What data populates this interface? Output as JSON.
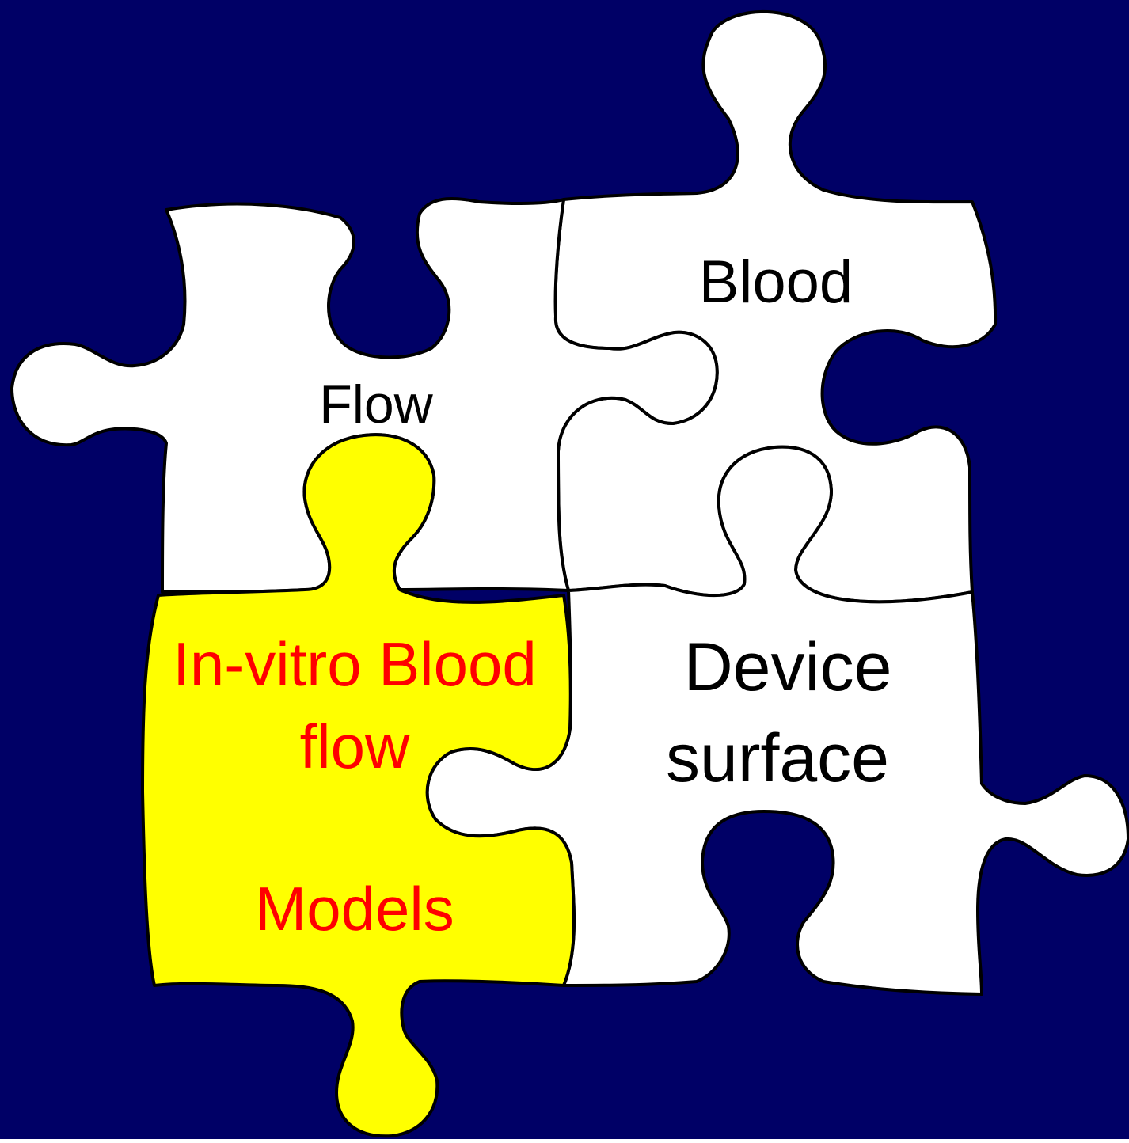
{
  "colors": {
    "background": "#000066",
    "piece_fill": "#ffffff",
    "highlight_fill": "#ffff00",
    "outline": "#000000",
    "text_default": "#000000",
    "text_highlight": "#ff0000"
  },
  "pieces": {
    "flow": {
      "label": "Flow"
    },
    "blood": {
      "label": "Blood"
    },
    "device_surface": {
      "line1": "Device",
      "line2": "surface"
    },
    "invitro": {
      "line1": "In-vitro Blood",
      "line2": "flow",
      "line3": "Models"
    }
  }
}
